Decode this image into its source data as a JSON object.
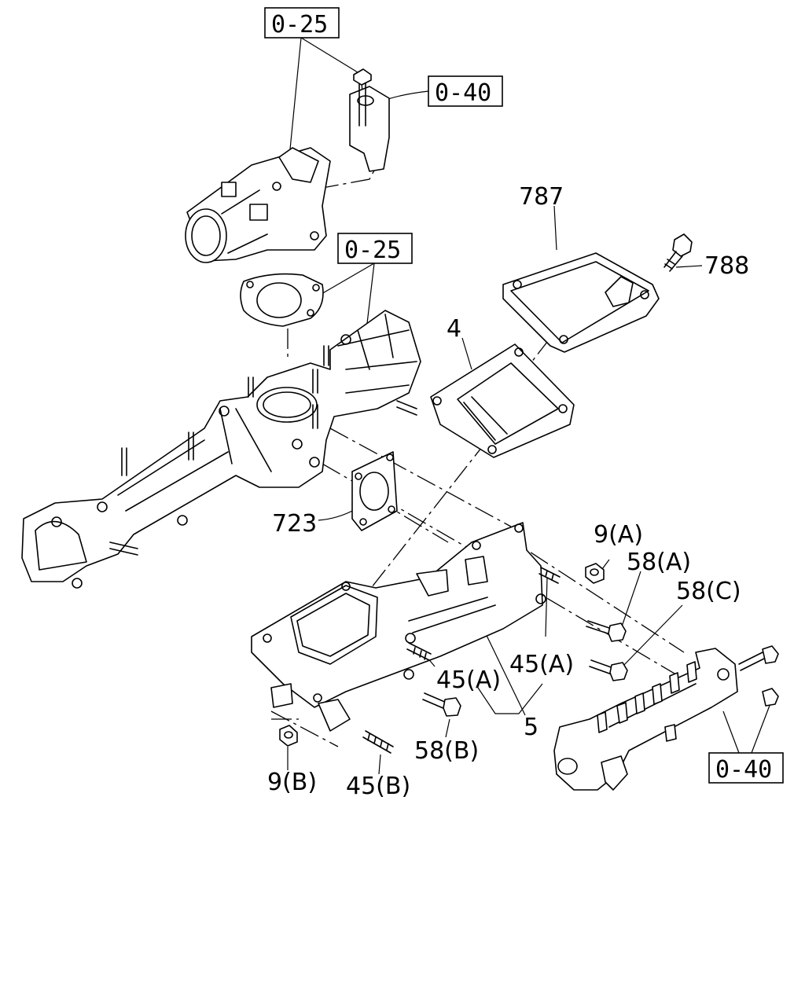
{
  "references": {
    "ref_top": "0-25",
    "ref_throttle_bracket": "0-40",
    "ref_middle": "0-25",
    "ref_rail": "0-40"
  },
  "parts": {
    "p787": "787",
    "p788": "788",
    "p4": "4",
    "p723": "723",
    "p9a": "9(A)",
    "p58a": "58(A)",
    "p58c": "58(C)",
    "p45a_right": "45(A)",
    "p45a_left": "45(A)",
    "p5": "5",
    "p58b": "58(B)",
    "p9b": "9(B)",
    "p45b": "45(B)"
  }
}
